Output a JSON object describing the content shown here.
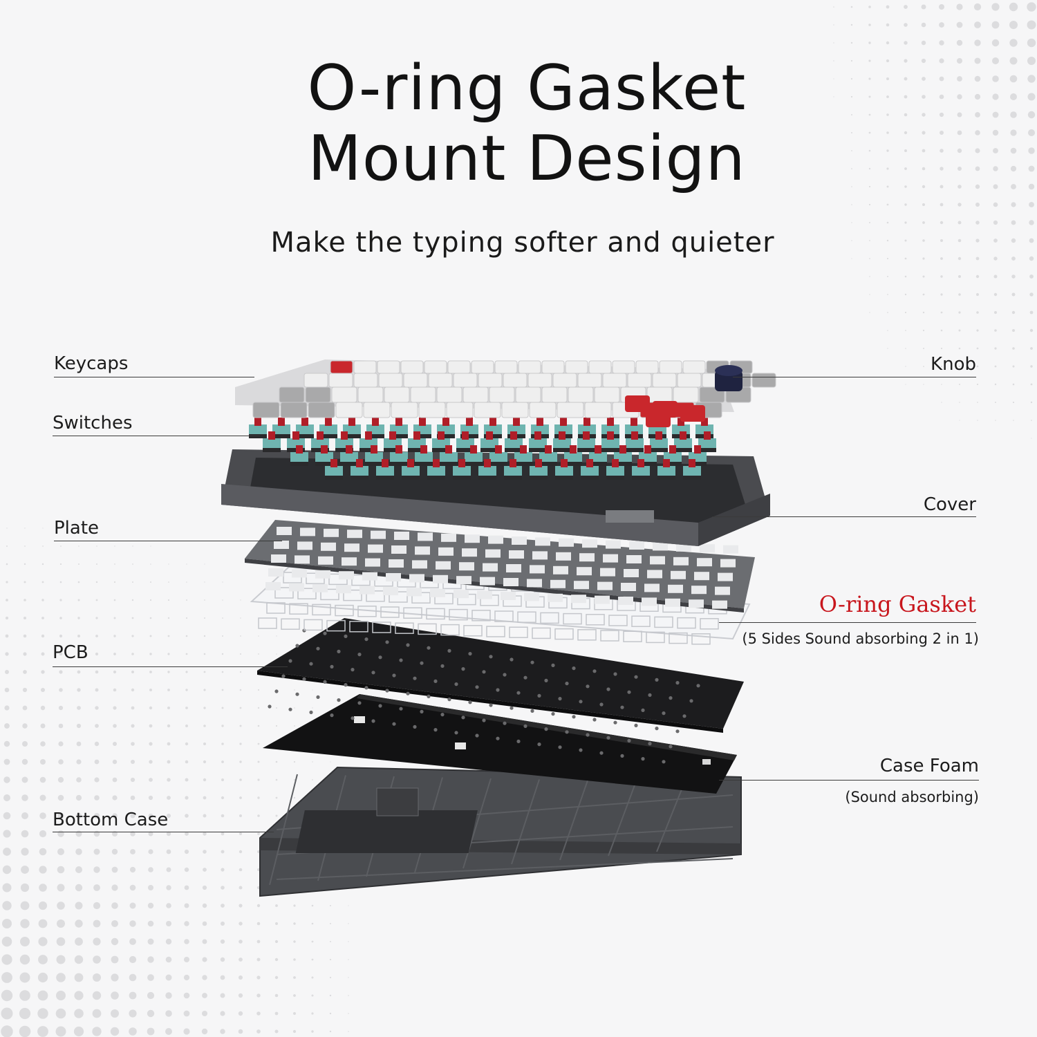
{
  "title": {
    "line1": "O-ring Gasket",
    "line2": "Mount Design"
  },
  "subtitle": "Make the typing softer and quieter",
  "labels": {
    "keycaps": "Keycaps",
    "knob": "Knob",
    "switches": "Switches",
    "cover": "Cover",
    "plate": "Plate",
    "gasket": "O-ring Gasket",
    "gasket_note": "(5 Sides Sound absorbing 2 in 1)",
    "pcb": "PCB",
    "case_foam": "Case Foam",
    "case_foam_note": "(Sound absorbing)",
    "bottom_case": "Bottom Case"
  },
  "colors": {
    "background": "#f6f6f7",
    "accent_red": "#c8161d",
    "switch_red": "#b01e28",
    "switch_teal": "#6fb4b0",
    "keycap_white": "#efefef",
    "keycap_grey": "#a9a9aa",
    "case_dark": "#4a4c50",
    "pcb_black": "#1c1c1e"
  }
}
